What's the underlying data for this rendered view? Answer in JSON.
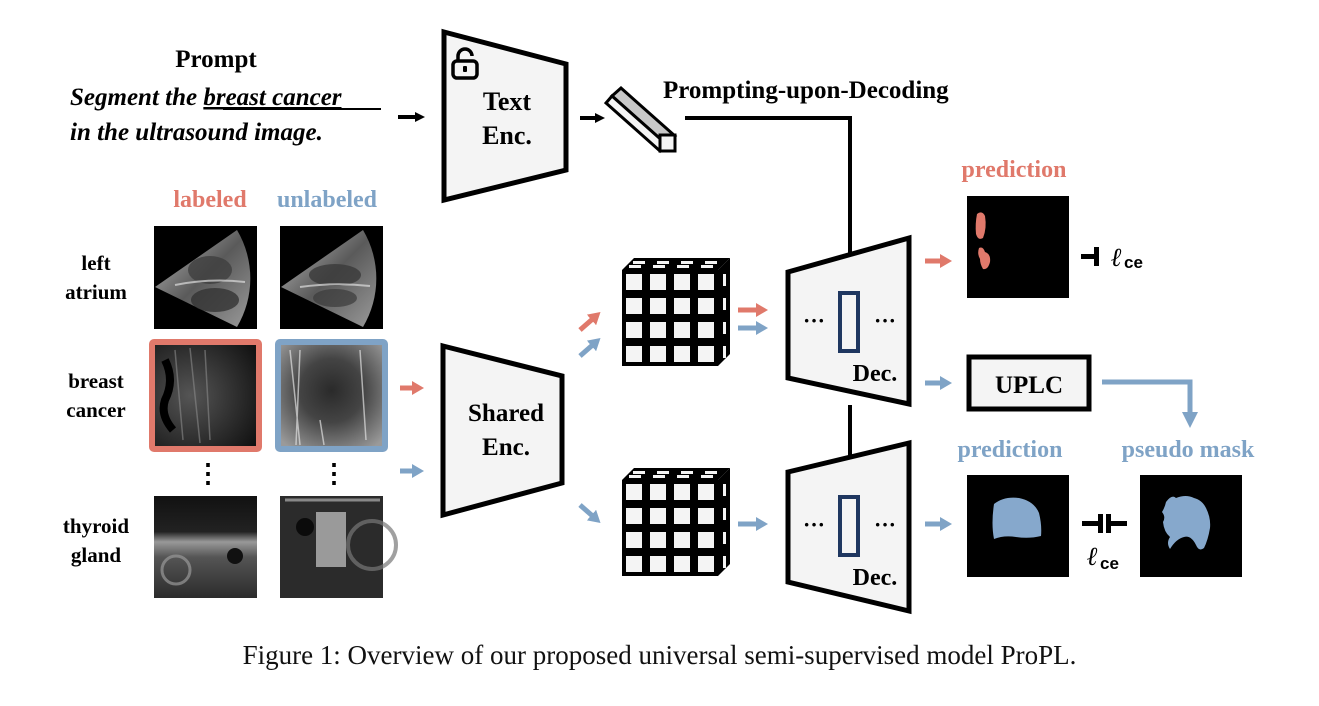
{
  "prompt": {
    "title": "Prompt",
    "line1_prefix": "Segment the ",
    "line1_underlined": "breast cancer",
    "line2": "in the ultrasound image."
  },
  "text_encoder": {
    "line1": "Text",
    "line2": "Enc.",
    "icon": "lock-icon"
  },
  "prompting_label": "Prompting-upon-Decoding",
  "columns": {
    "labeled": "labeled",
    "unlabeled": "unlabeled"
  },
  "rows": [
    {
      "line1": "left",
      "line2": "atrium"
    },
    {
      "line1": "breast",
      "line2": "cancer"
    },
    {
      "line1": "thyroid",
      "line2": "gland"
    }
  ],
  "ellipsis": "⋮",
  "shared_encoder": {
    "line1": "Shared",
    "line2": "Enc."
  },
  "decoder": {
    "label": "Dec.",
    "dots": "···"
  },
  "uplc": "UPLC",
  "outputs": {
    "prediction_labeled": "prediction",
    "prediction_unlabeled": "prediction",
    "pseudo_mask": "pseudo mask",
    "loss_symbol": "ℓ",
    "loss_subscript": "ce"
  },
  "colors": {
    "labeled": "#e0796b",
    "unlabeled": "#7fa3c6",
    "box_fill": "#f4f4f4",
    "outline": "#000000",
    "token_bar": "#1f3760"
  },
  "caption": "Figure 1: Overview of our proposed universal semi-supervised model ProPL."
}
